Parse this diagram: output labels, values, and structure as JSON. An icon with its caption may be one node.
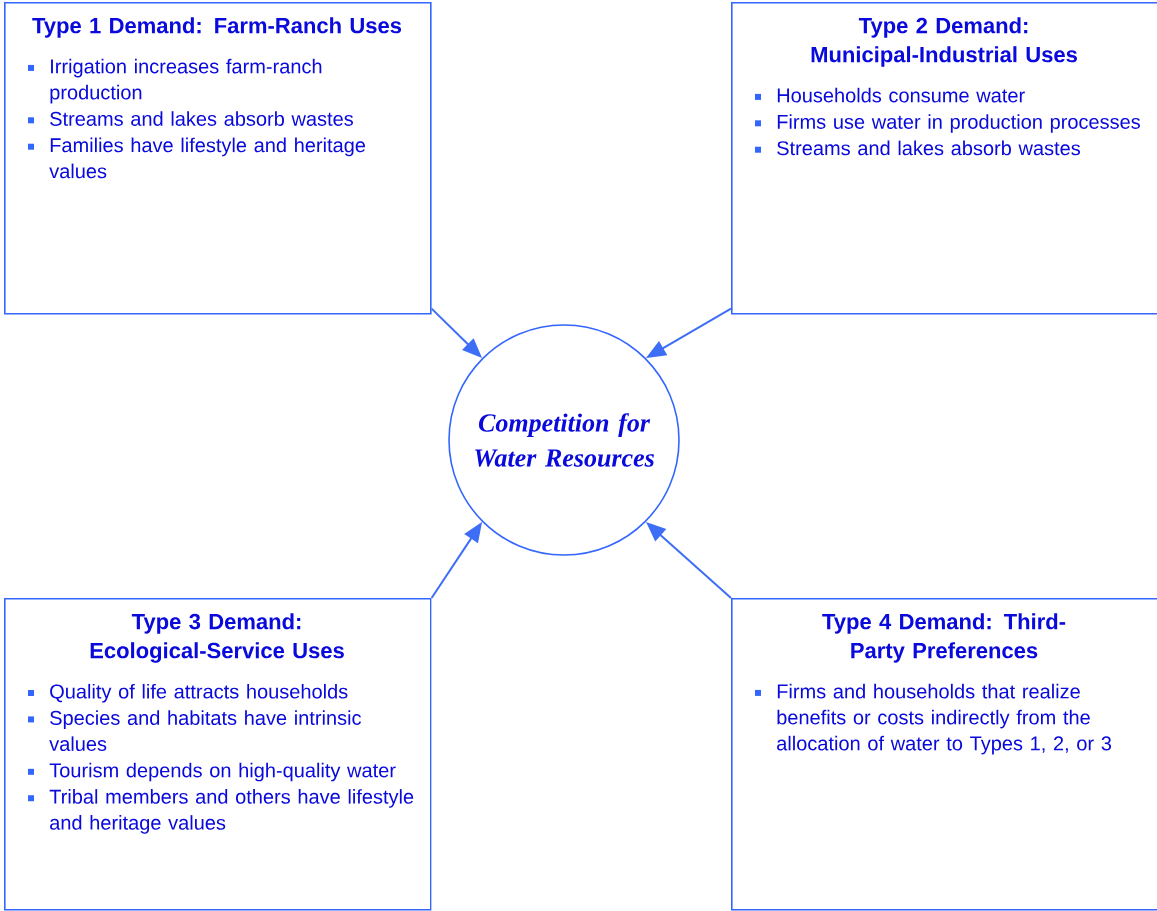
{
  "diagram": {
    "nodes": [
      {
        "text": [
          "Type 1 Demand: Farm-Ranch Uses",
          "Irrigation increases farm-ranch production",
          "Streams and lakes absorb wastes",
          "Families have lifestyle and heritage values"
        ]
      },
      {
        "text": [
          "Type 2 Demand: Municipal-Industrial Uses",
          "Households consume water",
          "Firms use water in production processes",
          "Streams and lakes absorb wastes"
        ]
      },
      {
        "text": [
          "Competition for Water Resources"
        ]
      },
      {
        "text": [
          "Type 3 Demand: Ecological-Service Uses",
          "Quality of life attracts households",
          "Species and habitats have intrinsic values",
          "Tourism depends on high-quality water",
          "Tribal members and others have lifestyle and heritage values"
        ]
      },
      {
        "text": [
          "Type 4 Demand: Third-Party Preferences",
          "Firms and households that realize benefits or costs indirectly from the allocation of water to Types 1, 2, or 3"
        ]
      }
    ],
    "edges": [
      {
        "from": 0,
        "to": 2,
        "arrow": "to"
      },
      {
        "from": 1,
        "to": 2,
        "arrow": "to"
      },
      {
        "from": 3,
        "to": 2,
        "arrow": "to"
      },
      {
        "from": 4,
        "to": 2,
        "arrow": "to"
      }
    ]
  }
}
